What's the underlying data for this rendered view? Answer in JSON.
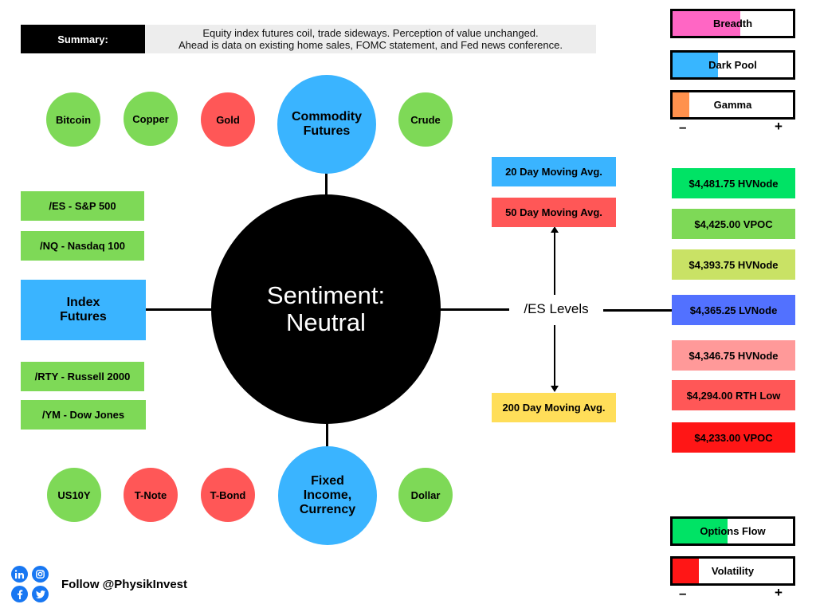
{
  "summary": {
    "label": "Summary:",
    "line1": "Equity index futures coil, trade sideways. Perception of value unchanged.",
    "line2": "Ahead is data on existing home sales, FOMC statement, and Fed news conference."
  },
  "center": {
    "line1": "Sentiment:",
    "line2": "Neutral"
  },
  "commodity": {
    "hub_line1": "Commodity",
    "hub_line2": "Futures",
    "items": [
      {
        "label": "Bitcoin",
        "color": "#7ed957"
      },
      {
        "label": "Copper",
        "color": "#7ed957"
      },
      {
        "label": "Gold",
        "color": "#ff5757"
      },
      {
        "label": "Crude",
        "color": "#7ed957"
      }
    ]
  },
  "fixed_income": {
    "hub_line1": "Fixed",
    "hub_line2": "Income,",
    "hub_line3": "Currency",
    "items": [
      {
        "label": "US10Y",
        "color": "#7ed957"
      },
      {
        "label": "T-Note",
        "color": "#ff5757"
      },
      {
        "label": "T-Bond",
        "color": "#ff5757"
      },
      {
        "label": "Dollar",
        "color": "#7ed957"
      }
    ]
  },
  "index_futures": {
    "hub_line1": "Index",
    "hub_line2": "Futures",
    "items": [
      {
        "label": "/ES - S&P 500"
      },
      {
        "label": "/NQ - Nasdaq 100"
      },
      {
        "label": "/RTY - Russell 2000"
      },
      {
        "label": "/YM - Dow Jones"
      }
    ]
  },
  "es_levels": {
    "label": "/ES Levels",
    "moving_averages": [
      {
        "label": "20 Day Moving Avg.",
        "color": "#3ab4ff"
      },
      {
        "label": "50 Day Moving Avg.",
        "color": "#ff5757"
      },
      {
        "label": "200 Day Moving Avg.",
        "color": "#ffde59"
      }
    ],
    "levels": [
      {
        "label": "$4,481.75 HVNode",
        "color": "#00e365"
      },
      {
        "label": "$4,425.00 VPOC",
        "color": "#7ed957"
      },
      {
        "label": "$4,393.75 HVNode",
        "color": "#c9e265"
      },
      {
        "label": "$4,365.25 LVNode",
        "color": "#5271ff"
      },
      {
        "label": "$4,346.75 HVNode",
        "color": "#ff9999"
      },
      {
        "label": "$4,294.00 RTH Low",
        "color": "#ff5757"
      },
      {
        "label": "$4,233.00 VPOC",
        "color": "#ff1616"
      }
    ]
  },
  "gauges_top": [
    {
      "label": "Breadth",
      "color": "#ff66c4",
      "fill_fraction": 0.56
    },
    {
      "label": "Dark Pool",
      "color": "#38b6ff",
      "fill_fraction": 0.38
    },
    {
      "label": "Gamma",
      "color": "#ff914d",
      "fill_fraction": 0.14
    }
  ],
  "gauges_bottom": [
    {
      "label": "Options Flow",
      "color": "#00e365",
      "fill_fraction": 0.46
    },
    {
      "label": "Volatility",
      "color": "#ff1616",
      "fill_fraction": 0.22
    }
  ],
  "scale": {
    "minus": "–",
    "plus": "+"
  },
  "footer": {
    "follow": "Follow @PhysikInvest",
    "social_icons": [
      "linkedin-icon",
      "instagram-icon",
      "facebook-icon",
      "twitter-icon"
    ]
  }
}
